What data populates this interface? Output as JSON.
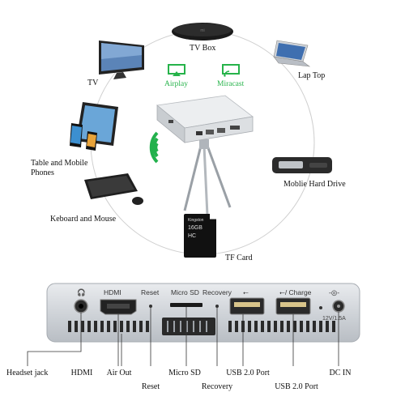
{
  "diagram": {
    "labels": {
      "tv_box": "TV Box",
      "tv": "TV",
      "laptop": "Lap Top",
      "tablet": "Table and Mobile Phones",
      "tablet_l1": "Table and Mobile",
      "tablet_l2": "Phones",
      "hdd": "Moblie Hard Drive",
      "keyboard": "Keboard and Mouse",
      "tf_card": "TF Card",
      "airplay": "Airplay",
      "miracast": "Miracast"
    },
    "sd_card_text": {
      "brand": "Kingston",
      "size": "16GB",
      "hc": "HC"
    }
  },
  "panel": {
    "port_labels": {
      "hdmi": "HDMI",
      "reset": "Reset",
      "microsd": "Micro SD",
      "recovery": "Recovery",
      "charge": "/ Charge",
      "power": "12V/1.5A"
    },
    "callouts": {
      "headset": "Headset jack",
      "hdmi": "HDMI",
      "airout": "Air Out",
      "reset": "Reset",
      "microsd": "Micro SD",
      "recovery": "Recovery",
      "usb1": "USB 2.0 Port",
      "usb2": "USB 2.0 Port",
      "dcin": "DC IN"
    }
  },
  "colors": {
    "airplay": "#26b34a",
    "miracast": "#26b34a",
    "wifi": "#22b14c",
    "panel": "#cfd3d8"
  }
}
